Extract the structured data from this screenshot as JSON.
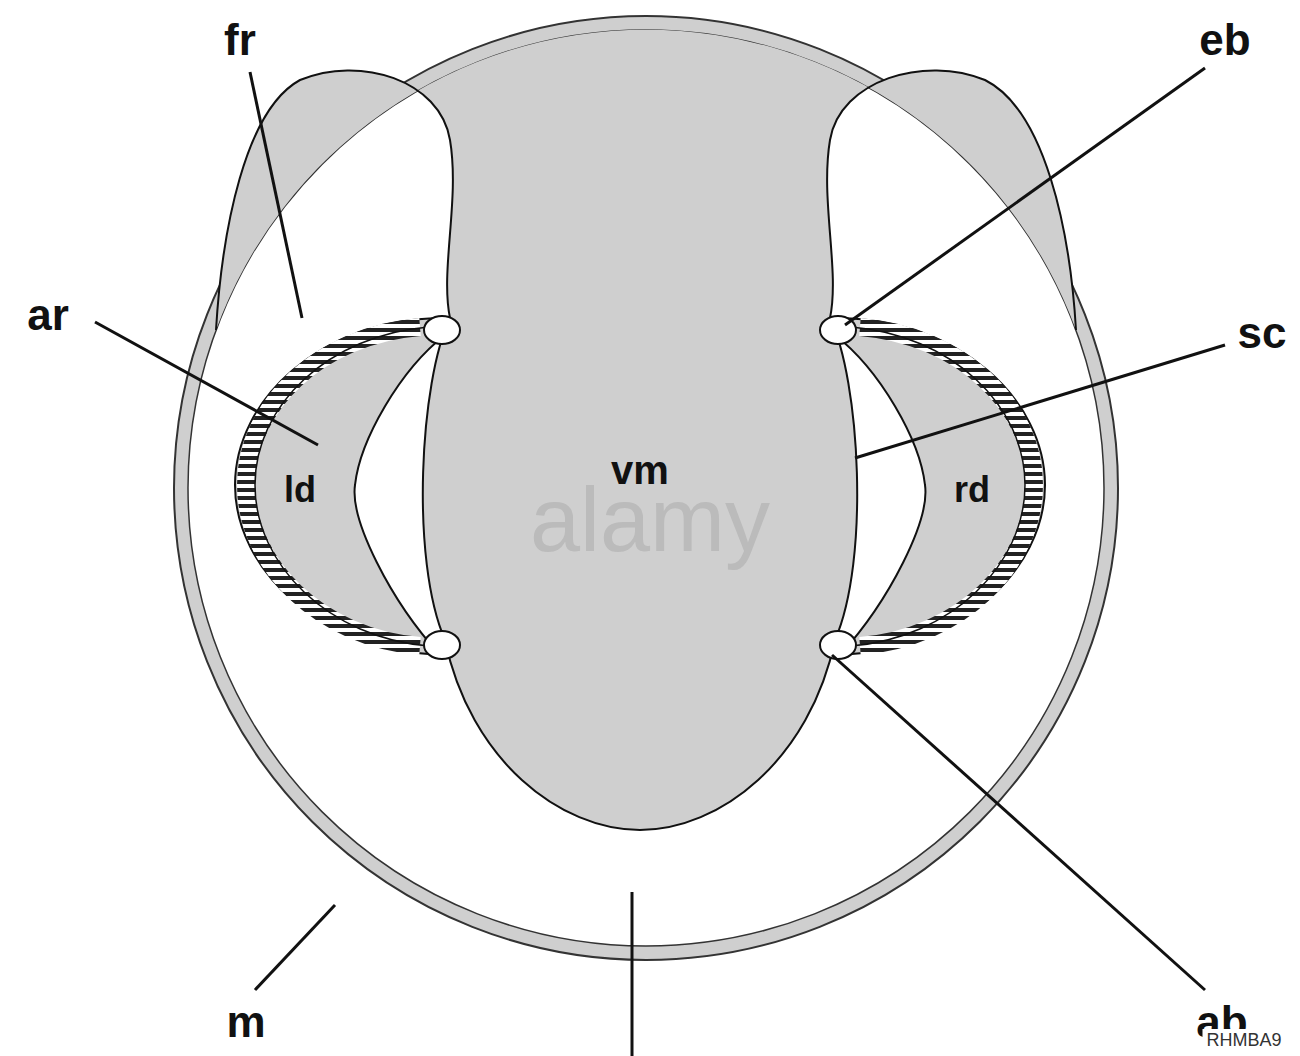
{
  "diagram": {
    "labels": [
      "fr",
      "eb",
      "ar",
      "sc",
      "vm",
      "ld",
      "rd",
      "m",
      "ab",
      "alamy",
      "RHMBA9"
    ]
  }
}
